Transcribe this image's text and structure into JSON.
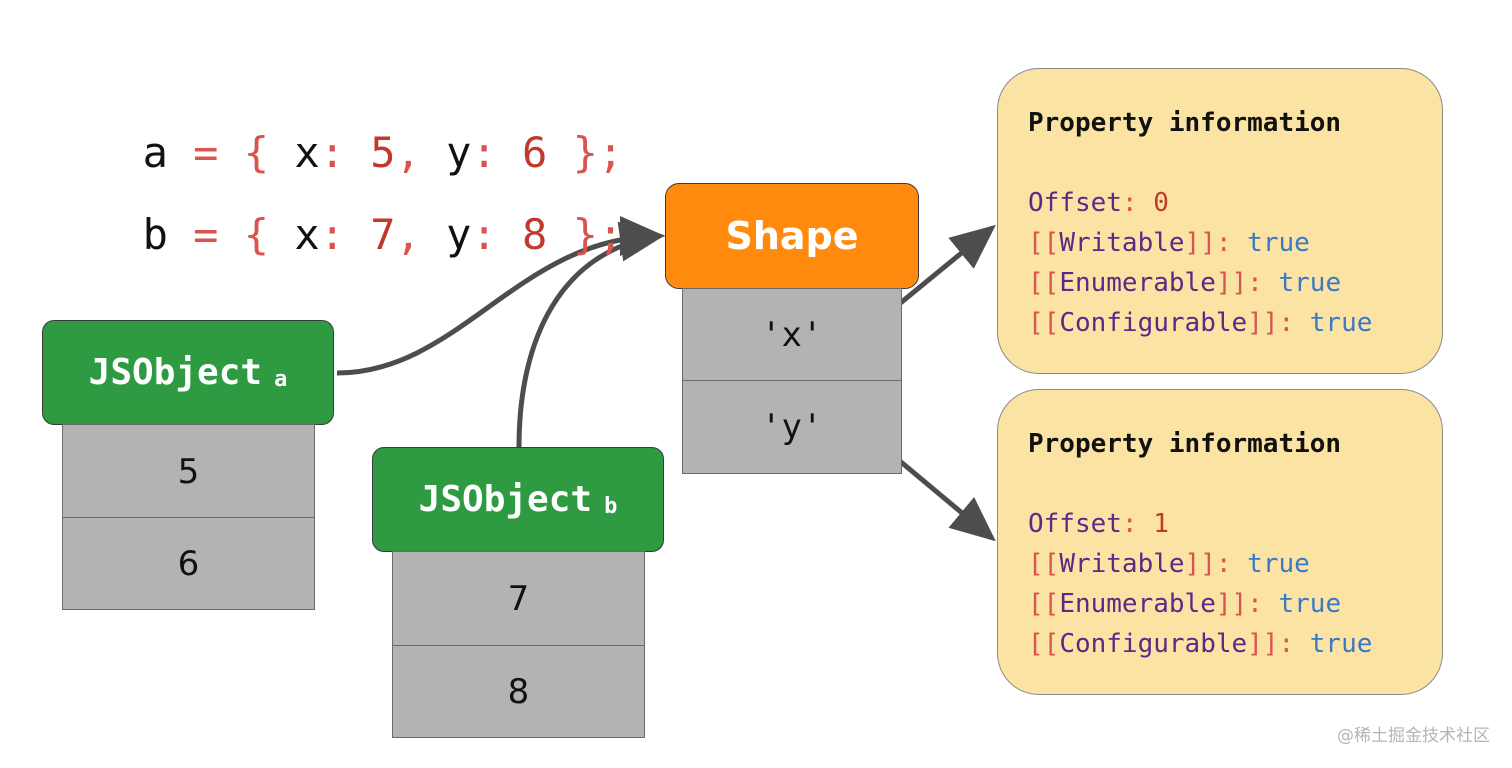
{
  "code": {
    "line_a": {
      "name": "a",
      "eq": "=",
      "open": "{",
      "x_key": "x",
      "colon": ":",
      "x_val": "5",
      "comma": ",",
      "y_key": "y",
      "y_val": "6",
      "close": "};"
    },
    "line_b": {
      "name": "b",
      "eq": "=",
      "open": "{",
      "x_key": "x",
      "colon": ":",
      "x_val": "7",
      "comma": ",",
      "y_key": "y",
      "y_val": "8",
      "close": "};"
    }
  },
  "object_a": {
    "title": "JSObject",
    "sub": "a",
    "values": [
      "5",
      "6"
    ]
  },
  "object_b": {
    "title": "JSObject",
    "sub": "b",
    "values": [
      "7",
      "8"
    ]
  },
  "shape": {
    "title": "Shape",
    "keys": [
      "'x'",
      "'y'"
    ]
  },
  "property_x": {
    "title": "Property information",
    "offset_key": "Offset",
    "offset_value": "0",
    "writable": "Writable",
    "enumerable": "Enumerable",
    "configurable": "Configurable",
    "bool": "true"
  },
  "property_y": {
    "title": "Property information",
    "offset_key": "Offset",
    "offset_value": "1",
    "writable": "Writable",
    "enumerable": "Enumerable",
    "configurable": "Configurable",
    "bool": "true"
  },
  "colors": {
    "green": "#2e9a41",
    "orange": "#ff8a0d",
    "cell": "#b3b3b3",
    "prop_bg": "#fbe3a3",
    "arrow": "#4d4d4d"
  },
  "watermark": "@稀土掘金技术社区"
}
